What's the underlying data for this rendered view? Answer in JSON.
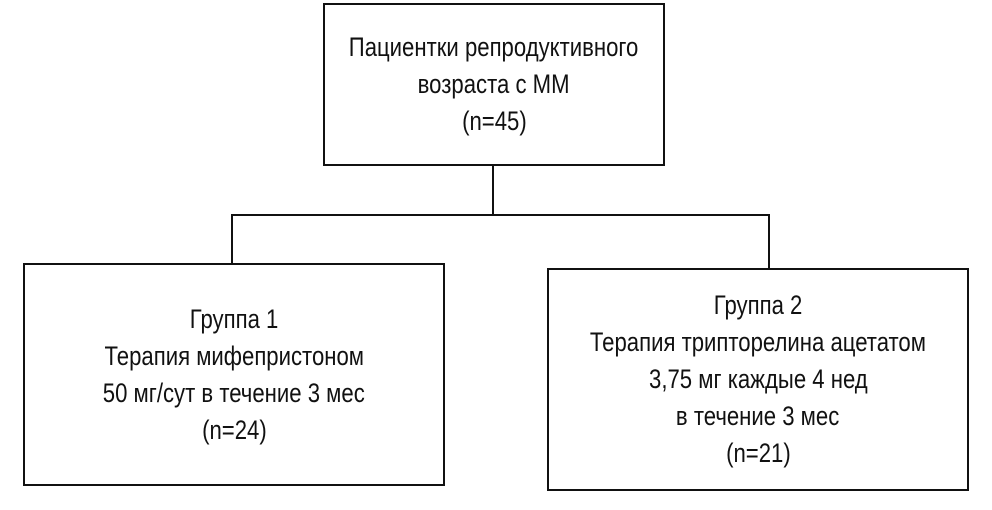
{
  "root": {
    "lines": [
      "Пациентки репродуктивного",
      "возраста с ММ",
      "(n=45)"
    ]
  },
  "group1": {
    "lines": [
      "Группа 1",
      "Терапия мифепристоном",
      "50 мг/сут в течение 3 мес",
      "(n=24)"
    ]
  },
  "group2": {
    "lines": [
      "Группа 2",
      "Терапия трипторелина ацетатом",
      "3,75 мг каждые 4 нед",
      "в течение 3 мес",
      "(n=21)"
    ]
  }
}
